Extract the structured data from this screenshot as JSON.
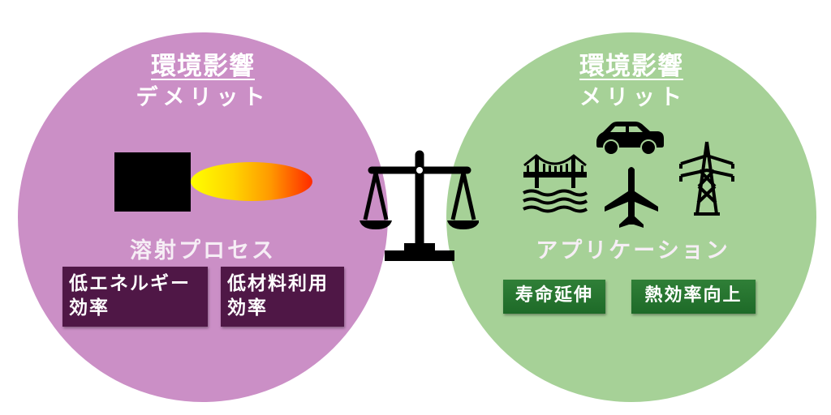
{
  "left_panel": {
    "title": "環境影響",
    "subtitle": "デメリット",
    "section_label": "溶射プロセス",
    "illustration": [
      "substrate-block",
      "spray-flame-gradient"
    ],
    "items": [
      {
        "line1": "低エネルギー",
        "line2": "効率"
      },
      {
        "line1": "低材料利用",
        "line2": "効率"
      }
    ],
    "colors": {
      "circle": "#cb8fc6",
      "box": "#4f1746"
    }
  },
  "center": {
    "icon": "balance-scale-icon"
  },
  "right_panel": {
    "title": "環境影響",
    "subtitle": "メリット",
    "icons": [
      "car-icon",
      "bridge-icon",
      "airplane-icon",
      "power-tower-icon"
    ],
    "section_label": "アプリケーション",
    "items": [
      "寿命延伸",
      "熱効率向上"
    ],
    "colors": {
      "circle": "#a6d197",
      "box": "#256f2e"
    }
  },
  "flame_gradient": [
    "#ffff00",
    "#ff9a00",
    "#ff2a00"
  ]
}
